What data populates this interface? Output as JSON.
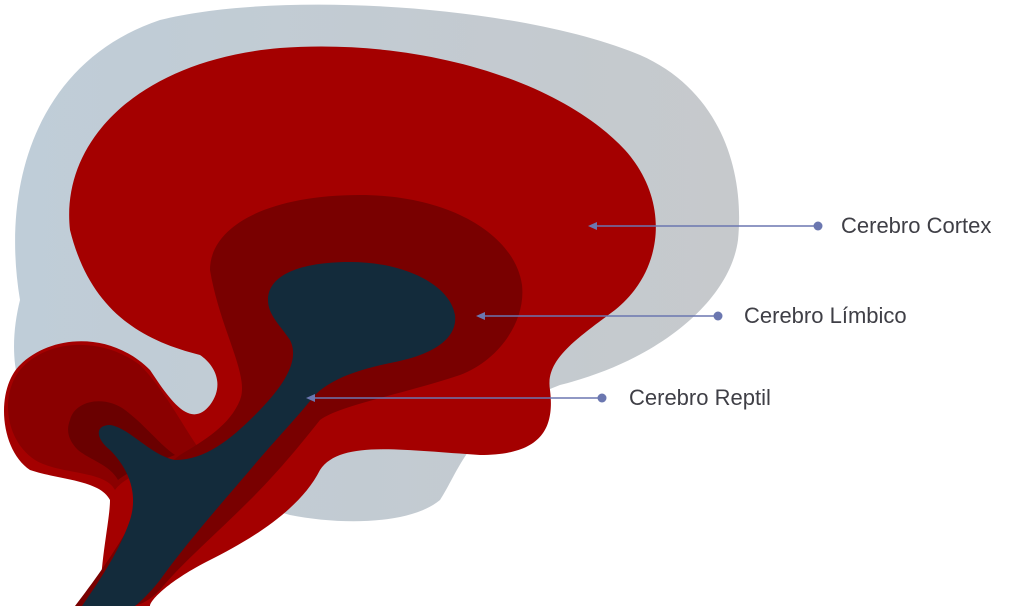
{
  "labels": {
    "cortex": "Cerebro Cortex",
    "limbic": "Cerebro Límbico",
    "reptil": "Cerebro Reptil"
  },
  "colors": {
    "skull": "#c4c9ce",
    "cortex": "#a30000",
    "cortex_dark": "#7a0000",
    "limbic": "#760000",
    "reptil": "#142b3b",
    "pointer": "#6b77b0",
    "label_text": "#3f3f46"
  }
}
